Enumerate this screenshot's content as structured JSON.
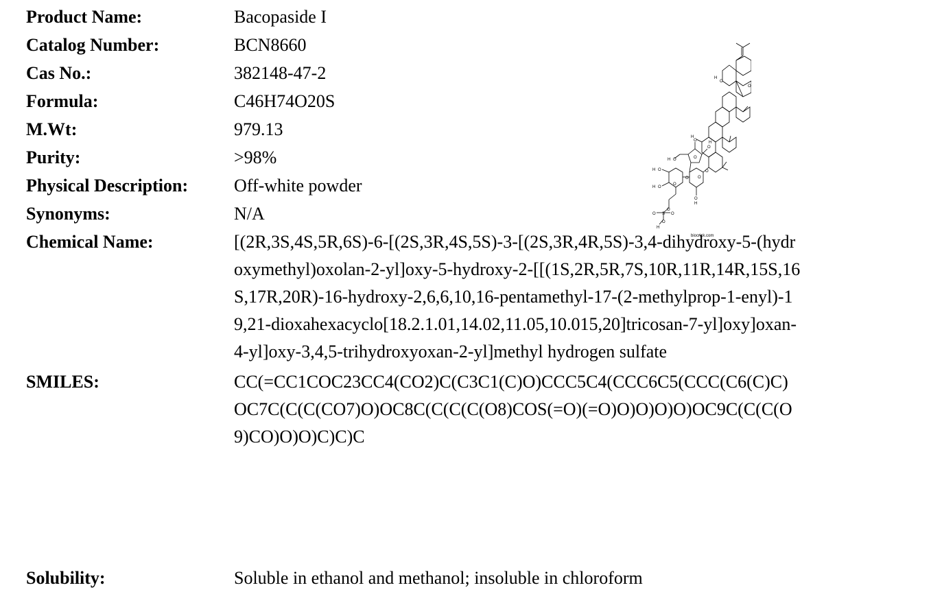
{
  "product": {
    "product_name": {
      "label": "Product Name:",
      "value": "Bacopaside I"
    },
    "catalog_number": {
      "label": "Catalog Number:",
      "value": "BCN8660"
    },
    "cas_no": {
      "label": "Cas No.:",
      "value": "382148-47-2"
    },
    "formula": {
      "label": "Formula:",
      "value": "C46H74O20S"
    },
    "mwt": {
      "label": "M.Wt:",
      "value": "979.13"
    },
    "purity": {
      "label": "Purity:",
      "value": ">98%"
    },
    "physical_description": {
      "label": "Physical Description:",
      "value": "Off-white powder"
    },
    "synonyms": {
      "label": "Synonyms:",
      "value": "N/A"
    },
    "chemical_name": {
      "label": "Chemical Name:",
      "lines": [
        "[(2R,3S,4S,5R,6S)-6-[(2S,3R,4S,5S)-3-[(2S,3R,4R,5S)-3,4-dihydroxy-5-(hydr",
        "oxymethyl)oxolan-2-yl]oxy-5-hydroxy-2-[[(1S,2R,5R,7S,10R,11R,14R,15S,16",
        "S,17R,20R)-16-hydroxy-2,6,6,10,16-pentamethyl-17-(2-methylprop-1-enyl)-1",
        "9,21-dioxahexacyclo[18.2.1.01,14.02,11.05,10.015,20]tricosan-7-yl]oxy]oxan-",
        "4-yl]oxy-3,4,5-trihydroxyoxan-2-yl]methyl hydrogen sulfate"
      ]
    },
    "smiles": {
      "label": "SMILES:",
      "lines": [
        "CC(=CC1COC23CC4(CO2)C(C3C1(C)O)CCC5C4(CCC6C5(CCC(C6(C)C)",
        "OC7C(C(C(CO7)O)OC8C(C(C(C(O8)COS(=O)(=O)O)O)O)O)OC9C(C(C(O",
        "9)CO)O)O)C)C)C"
      ]
    },
    "solubility": {
      "label": "Solubility:",
      "value": "Soluble in ethanol and methanol; insoluble in chloroform"
    }
  },
  "structure_image": {
    "credit": "biocrick.com",
    "atom_labels": {
      "o": "O",
      "h": "H",
      "s": "S"
    }
  }
}
